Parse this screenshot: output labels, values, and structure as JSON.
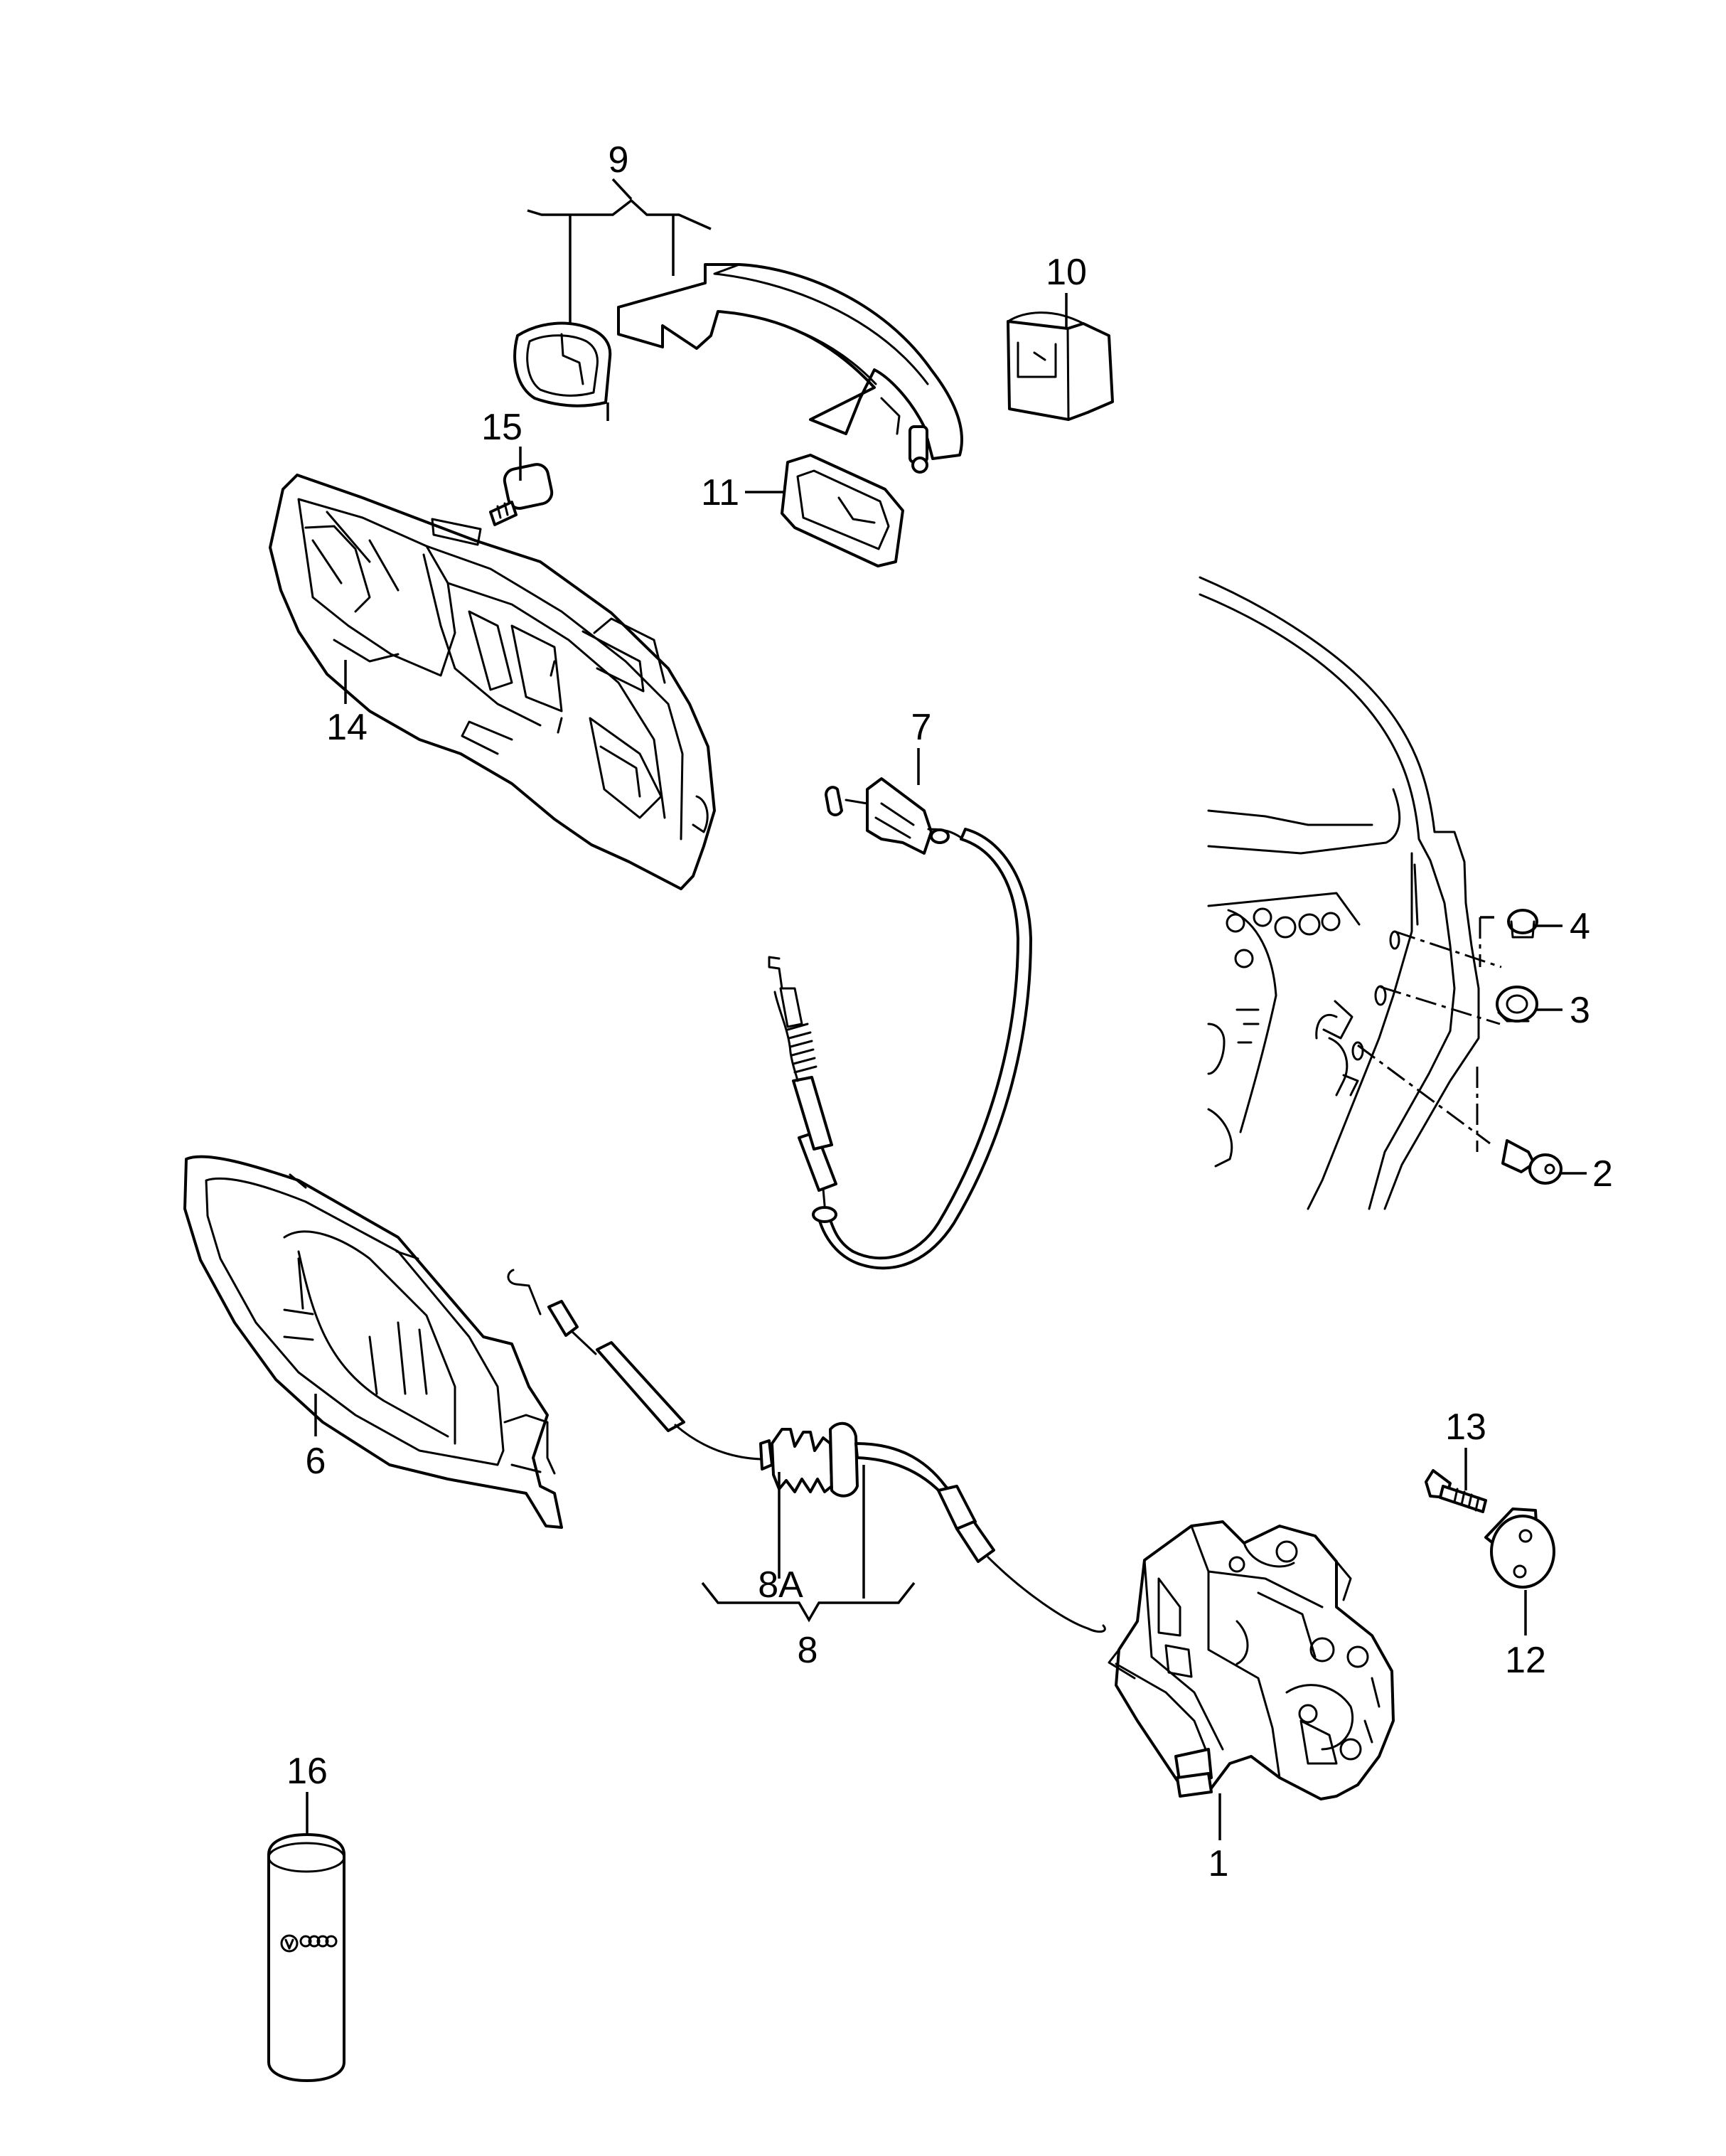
{
  "callouts": {
    "c1": "1",
    "c2": "2",
    "c3": "3",
    "c4": "4",
    "c6": "6",
    "c7": "7",
    "c8": "8",
    "c8a": "8A",
    "c9": "9",
    "c10": "10",
    "c11": "11",
    "c12": "12",
    "c13": "13",
    "c14": "14",
    "c15": "15",
    "c16": "16"
  },
  "colors": {
    "line": "#000000",
    "background": "#ffffff"
  }
}
